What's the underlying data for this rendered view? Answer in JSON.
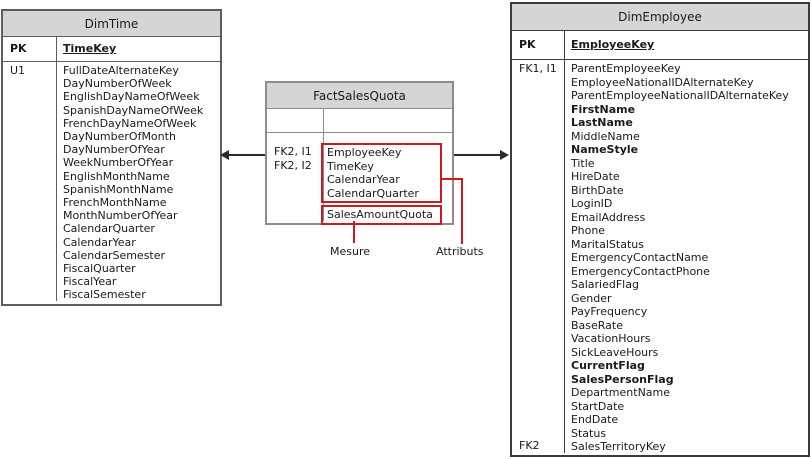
{
  "tables": {
    "dim_time": {
      "title": "DimTime",
      "pk_label": "PK",
      "pk_field": "TimeKey",
      "key_label": "U1",
      "fields": [
        "FullDateAlternateKey",
        "DayNumberOfWeek",
        "EnglishDayNameOfWeek",
        "SpanishDayNameOfWeek",
        "FrenchDayNameOfWeek",
        "DayNumberOfMonth",
        "DayNumberOfYear",
        "WeekNumberOfYear",
        "EnglishMonthName",
        "SpanishMonthName",
        "FrenchMonthName",
        "MonthNumberOfYear",
        "CalendarQuarter",
        "CalendarYear",
        "CalendarSemester",
        "FiscalQuarter",
        "FiscalYear",
        "FiscalSemester"
      ]
    },
    "fact_sales_quota": {
      "title": "FactSalesQuota",
      "key_labels": [
        "FK2, I1",
        "FK2, I2"
      ],
      "attribute_fields": [
        "EmployeeKey",
        "TimeKey",
        "CalendarYear",
        "CalendarQuarter"
      ],
      "measure_fields": [
        "SalesAmountQuota"
      ]
    },
    "dim_employee": {
      "title": "DimEmployee",
      "pk_label": "PK",
      "pk_field": "EmployeeKey",
      "fk_top_label": "FK1, I1",
      "fk_bottom_label": "FK2",
      "fields": [
        {
          "name": "ParentEmployeeKey",
          "bold": false
        },
        {
          "name": "EmployeeNationalIDAlternateKey",
          "bold": false
        },
        {
          "name": "ParentEmployeeNationalIDAlternateKey",
          "bold": false
        },
        {
          "name": "FirstName",
          "bold": true
        },
        {
          "name": "LastName",
          "bold": true
        },
        {
          "name": "MiddleName",
          "bold": false
        },
        {
          "name": "NameStyle",
          "bold": true
        },
        {
          "name": "Title",
          "bold": false
        },
        {
          "name": "HireDate",
          "bold": false
        },
        {
          "name": "BirthDate",
          "bold": false
        },
        {
          "name": "LoginID",
          "bold": false
        },
        {
          "name": "EmailAddress",
          "bold": false
        },
        {
          "name": "Phone",
          "bold": false
        },
        {
          "name": "MaritalStatus",
          "bold": false
        },
        {
          "name": "EmergencyContactName",
          "bold": false
        },
        {
          "name": "EmergencyContactPhone",
          "bold": false
        },
        {
          "name": "SalariedFlag",
          "bold": false
        },
        {
          "name": "Gender",
          "bold": false
        },
        {
          "name": "PayFrequency",
          "bold": false
        },
        {
          "name": "BaseRate",
          "bold": false
        },
        {
          "name": "VacationHours",
          "bold": false
        },
        {
          "name": "SickLeaveHours",
          "bold": false
        },
        {
          "name": "CurrentFlag",
          "bold": true
        },
        {
          "name": "SalesPersonFlag",
          "bold": true
        },
        {
          "name": "DepartmentName",
          "bold": false
        },
        {
          "name": "StartDate",
          "bold": false
        },
        {
          "name": "EndDate",
          "bold": false
        },
        {
          "name": "Status",
          "bold": false
        },
        {
          "name": "SalesTerritoryKey",
          "bold": false
        }
      ]
    }
  },
  "annotations": {
    "measure_label": "Mesure",
    "attributes_label": "Attributs"
  },
  "colors": {
    "header_fill": "#d5d5d5",
    "dim_border": "#5e5e5e",
    "fact_border": "#8c8c8c",
    "emp_border": "#3c3c3c",
    "highlight_red": "#cc1b1b",
    "connector_black": "#2b2b2b"
  }
}
